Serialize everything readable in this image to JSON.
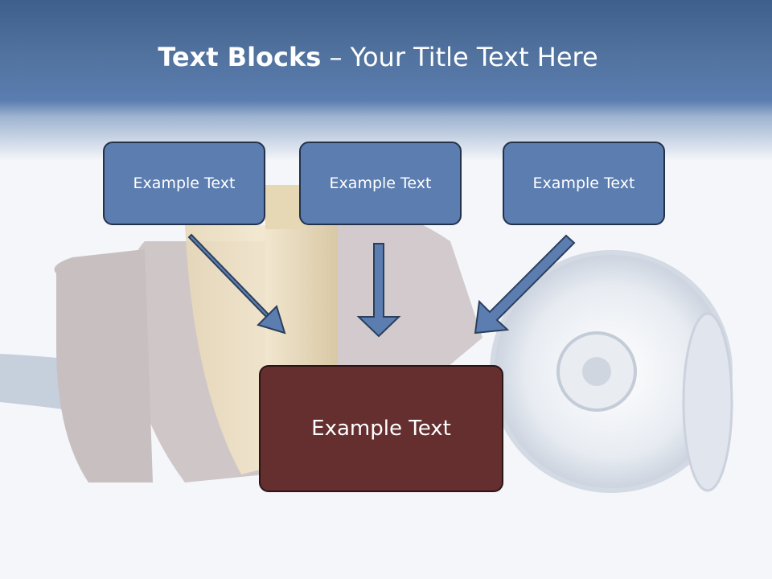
{
  "slide": {
    "title_bold": "Text Blocks",
    "title_dash": "–",
    "title_rest": "Your Title Text Here",
    "top_boxes": [
      {
        "label": "Example Text"
      },
      {
        "label": "Example Text"
      },
      {
        "label": "Example Text"
      }
    ],
    "bottom_box": {
      "label": "Example Text"
    }
  },
  "colors": {
    "header": "#52739f",
    "box_fill": "#5c7db0",
    "bottom_box_fill": "#652f30",
    "arrow_fill": "#5c7db0"
  }
}
